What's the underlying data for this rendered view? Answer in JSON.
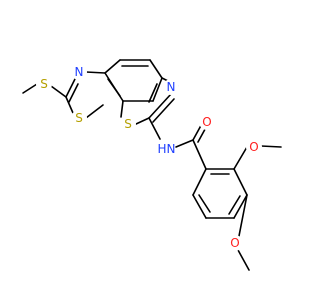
{
  "atoms": [
    {
      "id": "S1",
      "symbol": "S",
      "color": "#b5a000"
    },
    {
      "id": "N1",
      "symbol": "N",
      "color": "#1f3fff"
    },
    {
      "id": "S2",
      "symbol": "S",
      "color": "#b5a000"
    },
    {
      "id": "N2",
      "symbol": "N",
      "color": "#1f3fff"
    },
    {
      "id": "S3",
      "symbol": "S",
      "color": "#b5a000"
    },
    {
      "id": "NH",
      "symbol": "H",
      "color": "#1f3fff"
    },
    {
      "id": "NH_N",
      "symbol": "N",
      "color": "#1f3fff"
    },
    {
      "id": "O1",
      "symbol": "O",
      "color": "#ff1f1f"
    },
    {
      "id": "O2",
      "symbol": "O",
      "color": "#ff1f1f"
    },
    {
      "id": "O3",
      "symbol": "O",
      "color": "#ff1f1f"
    }
  ]
}
